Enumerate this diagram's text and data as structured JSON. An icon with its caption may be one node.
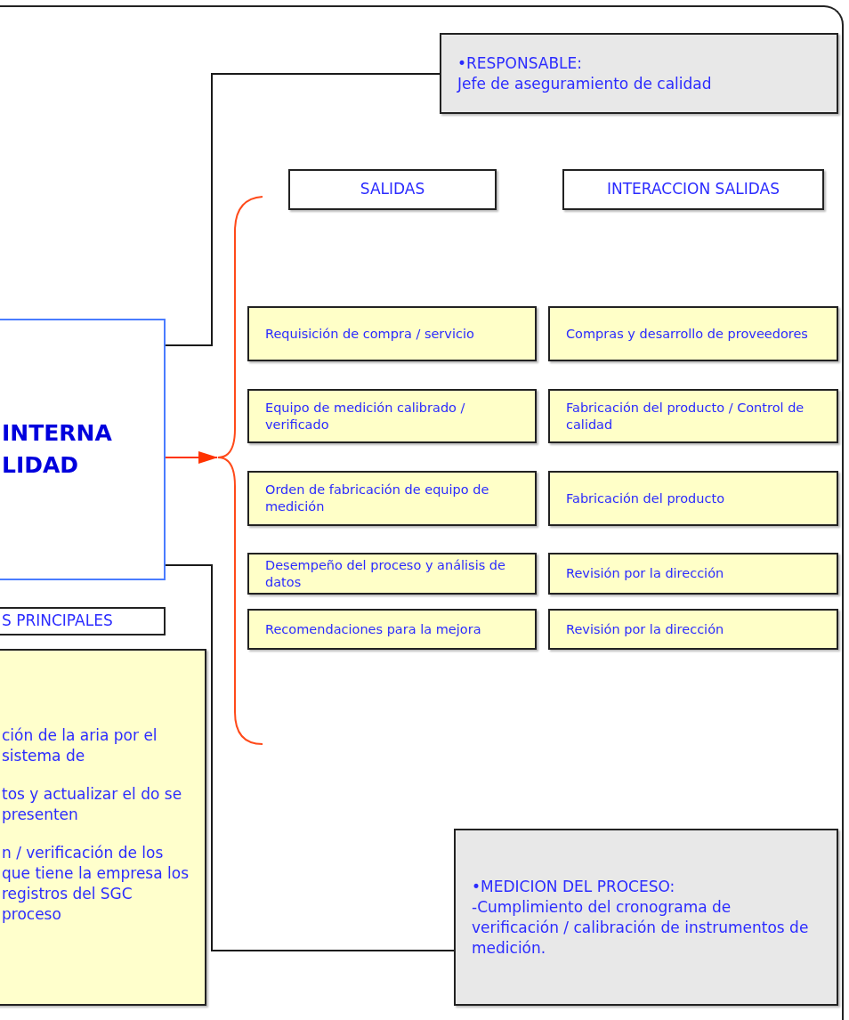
{
  "diagram": {
    "nodes": [
      {
        "text": [
          "INTERNA LIDAD"
        ]
      },
      {
        "text": [
          "•RESPONSABLE:",
          "Jefe de aseguramiento de calidad"
        ]
      },
      {
        "text": [
          "SALIDAS"
        ]
      },
      {
        "text": [
          "INTERACCION SALIDAS"
        ]
      },
      {
        "text": [
          "Requisición de compra / servicio"
        ]
      },
      {
        "text": [
          "Compras y desarrollo de proveedores"
        ]
      },
      {
        "text": [
          "Equipo de medición calibrado / verificado"
        ]
      },
      {
        "text": [
          "Fabricación del producto / Control de calidad"
        ]
      },
      {
        "text": [
          "Orden de fabricación de equipo de medición"
        ]
      },
      {
        "text": [
          "Fabricación del producto"
        ]
      },
      {
        "text": [
          "Desempeño del proceso y análisis de datos"
        ]
      },
      {
        "text": [
          "Revisión por la dirección"
        ]
      },
      {
        "text": [
          "Recomendaciones para la mejora"
        ]
      },
      {
        "text": [
          "Revisión por la dirección"
        ]
      },
      {
        "text": [
          "S PRINCIPALES"
        ]
      },
      {
        "text": [
          "ción de la aria por el sistema de",
          "tos y actualizar el do se presenten",
          "n / verificación de los que tiene la empresa los registros del SGC proceso"
        ]
      },
      {
        "text": [
          "•MEDICION DEL PROCESO:",
          "-Cumplimiento del cronograma de verificación / calibración de instrumentos de medición."
        ]
      },
      {
        "text": [],
        "shape": "brace"
      }
    ],
    "edges": [
      {
        "from": 0,
        "to": 1,
        "arrow": "none"
      },
      {
        "from": 0,
        "to": 16,
        "arrow": "none"
      },
      {
        "from": 0,
        "to": 17,
        "arrow": "to",
        "color": "#ff3300"
      }
    ]
  }
}
